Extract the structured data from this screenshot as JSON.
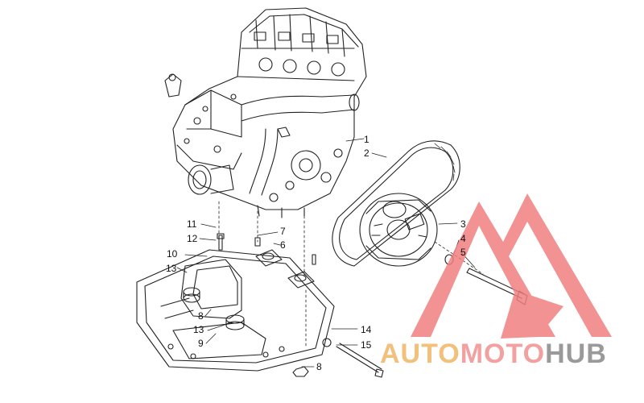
{
  "callouts": [
    {
      "id": "c1",
      "label": "1"
    },
    {
      "id": "c2",
      "label": "2"
    },
    {
      "id": "c3",
      "label": "3"
    },
    {
      "id": "c4",
      "label": "4"
    },
    {
      "id": "c5",
      "label": "5"
    },
    {
      "id": "c6",
      "label": "6"
    },
    {
      "id": "c7",
      "label": "7"
    },
    {
      "id": "c8a",
      "label": "8"
    },
    {
      "id": "c8b",
      "label": "8"
    },
    {
      "id": "c9",
      "label": "9"
    },
    {
      "id": "c10",
      "label": "10"
    },
    {
      "id": "c11",
      "label": "11"
    },
    {
      "id": "c12",
      "label": "12"
    },
    {
      "id": "c13a",
      "label": "13"
    },
    {
      "id": "c13b",
      "label": "13"
    },
    {
      "id": "c14",
      "label": "14"
    },
    {
      "id": "c15",
      "label": "15"
    }
  ],
  "watermark": {
    "text_part1": "AUTO",
    "text_part2": "MOTO",
    "text_part3": "HUB",
    "colors": {
      "auto": "#f2c07a",
      "moto": "#f2a0a0",
      "hub": "#9a9a9a",
      "triangle": "#f08080"
    }
  },
  "line_color": "#222222"
}
